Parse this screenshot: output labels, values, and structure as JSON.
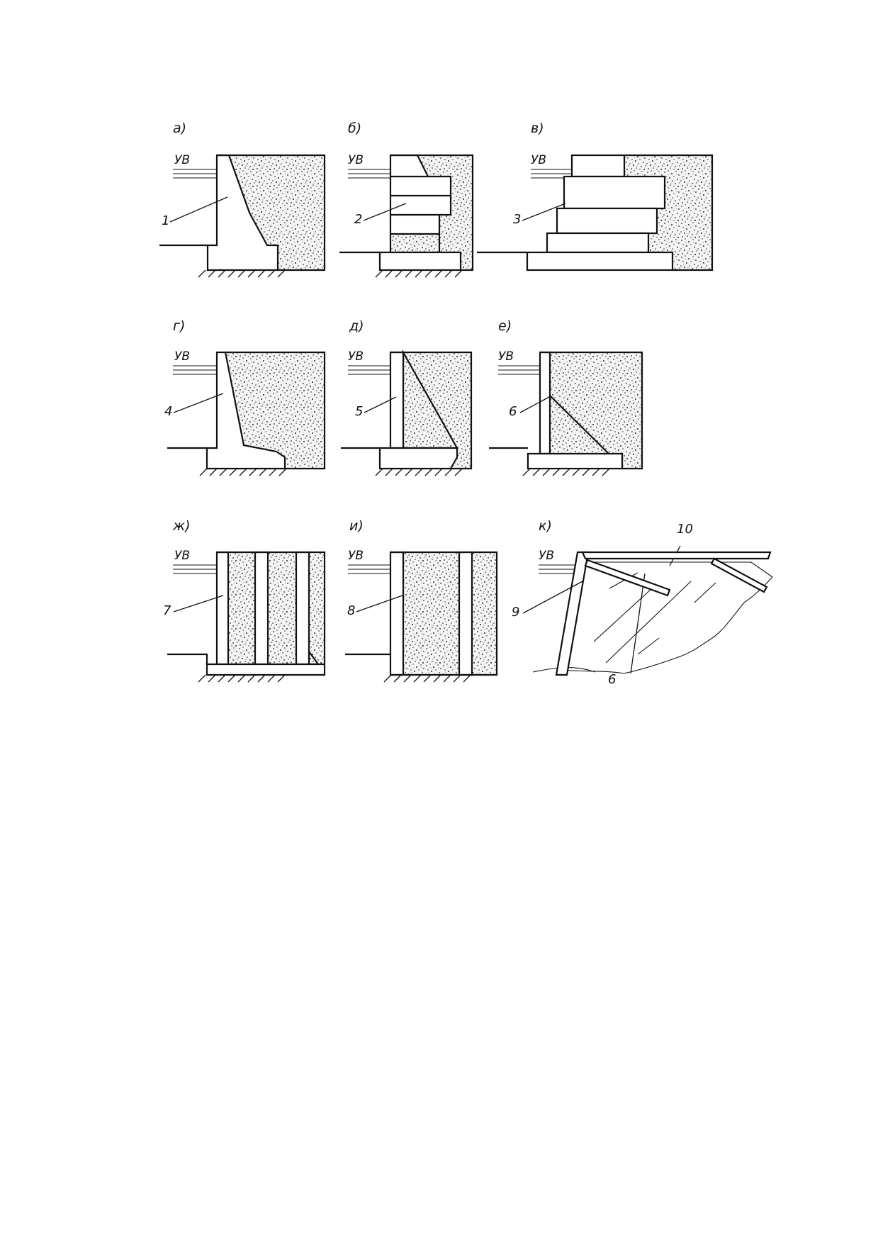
{
  "water_level_label": "УВ",
  "panels": [
    {
      "id": "a",
      "letter": "а)",
      "callouts": [
        "1"
      ]
    },
    {
      "id": "b",
      "letter": "б)",
      "callouts": [
        "2"
      ]
    },
    {
      "id": "v",
      "letter": "в)",
      "callouts": [
        "3"
      ]
    },
    {
      "id": "g",
      "letter": "г)",
      "callouts": [
        "4"
      ]
    },
    {
      "id": "d",
      "letter": "д)",
      "callouts": [
        "5"
      ]
    },
    {
      "id": "e",
      "letter": "е)",
      "callouts": [
        "6"
      ]
    },
    {
      "id": "zh",
      "letter": "ж)",
      "callouts": [
        "7"
      ]
    },
    {
      "id": "i",
      "letter": "и)",
      "callouts": [
        "8"
      ]
    },
    {
      "id": "k",
      "letter": "к)",
      "callouts": [
        "9",
        "10",
        "6"
      ]
    }
  ]
}
